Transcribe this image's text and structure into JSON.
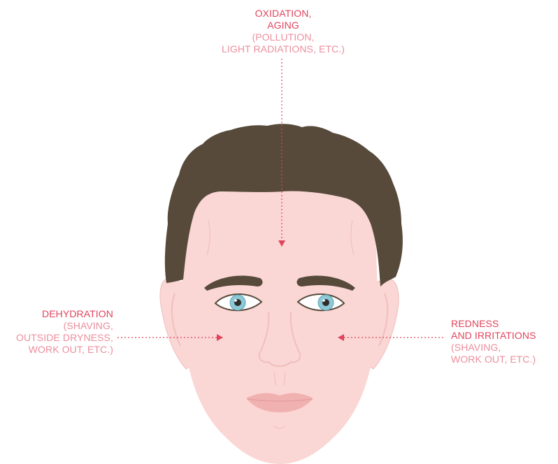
{
  "annotations": {
    "top": {
      "title_lines": [
        "OXIDATION,",
        "AGING"
      ],
      "detail_lines": [
        "(POLLUTION,",
        "LIGHT RADIATIONS, ETC.)"
      ]
    },
    "left": {
      "title_lines": [
        "DEHYDRATION"
      ],
      "detail_lines": [
        "(SHAVING,",
        "OUTSIDE DRYNESS,",
        "WORK OUT, ETC.)"
      ]
    },
    "right": {
      "title_lines": [
        "REDNESS",
        "AND IRRITATIONS"
      ],
      "detail_lines": [
        "(SHAVING,",
        "WORK OUT, ETC.)"
      ]
    }
  },
  "colors": {
    "accent": "#e0445c",
    "accent_soft": "#ec8e9c",
    "skin": "#fad6d4",
    "skin_shadow": "#f0c0bd",
    "hair": "#574a3b",
    "iris": "#8cc8d6",
    "lips": "#f1b1b0"
  }
}
